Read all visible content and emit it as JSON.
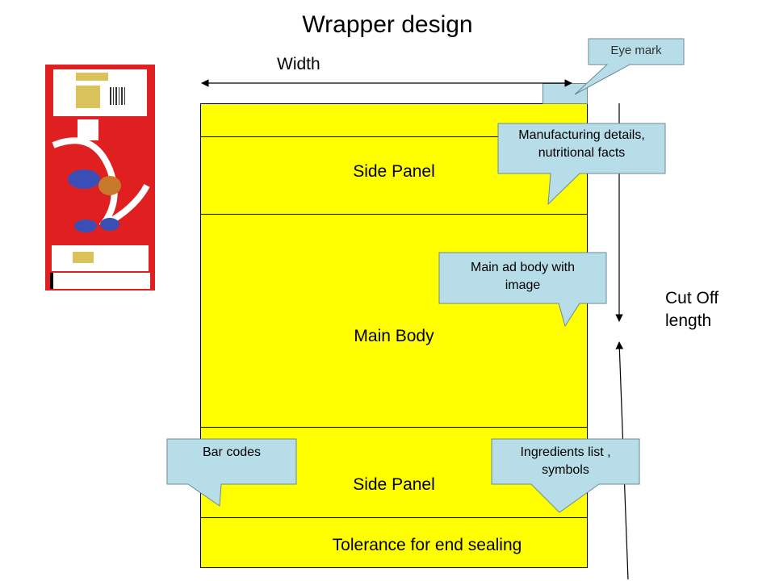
{
  "title": "Wrapper design",
  "labels": {
    "width": "Width",
    "cutoff_line1": "Cut Off",
    "cutoff_line2": "length"
  },
  "wrapper": {
    "panels": [
      {
        "name": "top-strip",
        "label": ""
      },
      {
        "name": "side-panel-top",
        "label": "Side Panel"
      },
      {
        "name": "main-body",
        "label": "Main Body"
      },
      {
        "name": "side-panel-bottom",
        "label": "Side Panel"
      },
      {
        "name": "tolerance",
        "label": "Tolerance for end sealing"
      }
    ],
    "fill_color": "#ffff00"
  },
  "callouts": {
    "eye_mark": "Eye mark",
    "manufacturing": [
      "Manufacturing details,",
      "nutritional facts"
    ],
    "main_ad": [
      "Main ad body with",
      "image"
    ],
    "bar_codes": "Bar codes",
    "ingredients": [
      "Ingredients list ,",
      "symbols"
    ],
    "fill_color": "#b7dde8"
  }
}
